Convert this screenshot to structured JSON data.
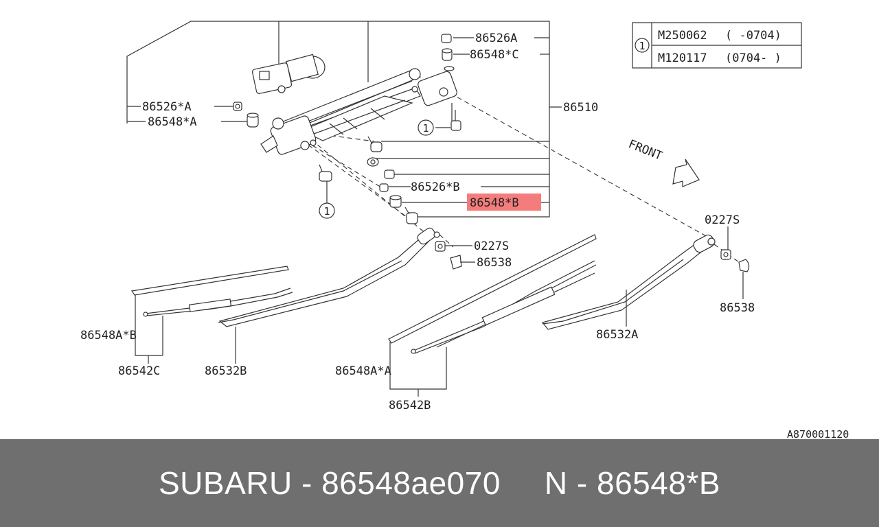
{
  "diagram": {
    "figure_code": "A870001120",
    "front_label": "FRONT",
    "legend": {
      "marker": "1",
      "rows": [
        {
          "part": "M250062",
          "range": "( -0704)"
        },
        {
          "part": "M120117",
          "range": "(0704- )"
        }
      ]
    },
    "callouts": {
      "c86526A_top": "86526A",
      "c86548C": "86548*C",
      "c86510": "86510",
      "c86526A_left": "86526*A",
      "c86548A_left": "86548*A",
      "c86526B": "86526*B",
      "c86548B": "86548*B",
      "c0227S_mid": "0227S",
      "c86538_mid": "86538",
      "c0227S_right": "0227S",
      "c86538_right": "86538",
      "c86532A": "86532A",
      "c86548AB": "86548A*B",
      "c86542C": "86542C",
      "c86532B": "86532B",
      "c86548AA": "86548A*A",
      "c86542B": "86542B",
      "ref1_a": "1",
      "ref1_b": "1"
    },
    "highlight_color": "#f47c7c"
  },
  "footer": {
    "left": "SUBARU - 86548ae070",
    "right": "N - 86548*B"
  }
}
